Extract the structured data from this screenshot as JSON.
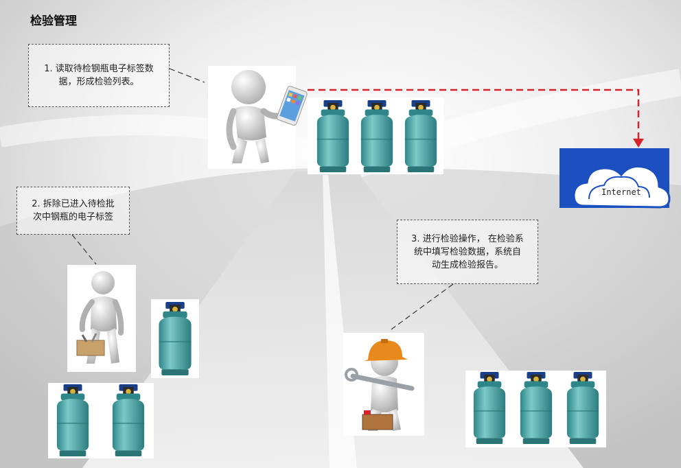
{
  "page": {
    "title": "检验管理"
  },
  "steps": [
    {
      "lines": [
        "1. 读取待检钢瓶电子标签数",
        "据，形成检验列表。"
      ]
    },
    {
      "lines": [
        "2. 拆除已进入待检批",
        "次中钢瓶的电子标签"
      ]
    },
    {
      "lines": [
        "3. 进行检验操作，  在检验系",
        "统中填写检验数据，系统自",
        "动生成检验报告。"
      ]
    }
  ],
  "internet": {
    "label": "Internet"
  },
  "colors": {
    "cloud_box": "#1c4fbf",
    "arrow": "#d8232a",
    "cylinder": "#4aa4a6",
    "valve": "#1a3f8a",
    "helmet": "#e8891c"
  }
}
